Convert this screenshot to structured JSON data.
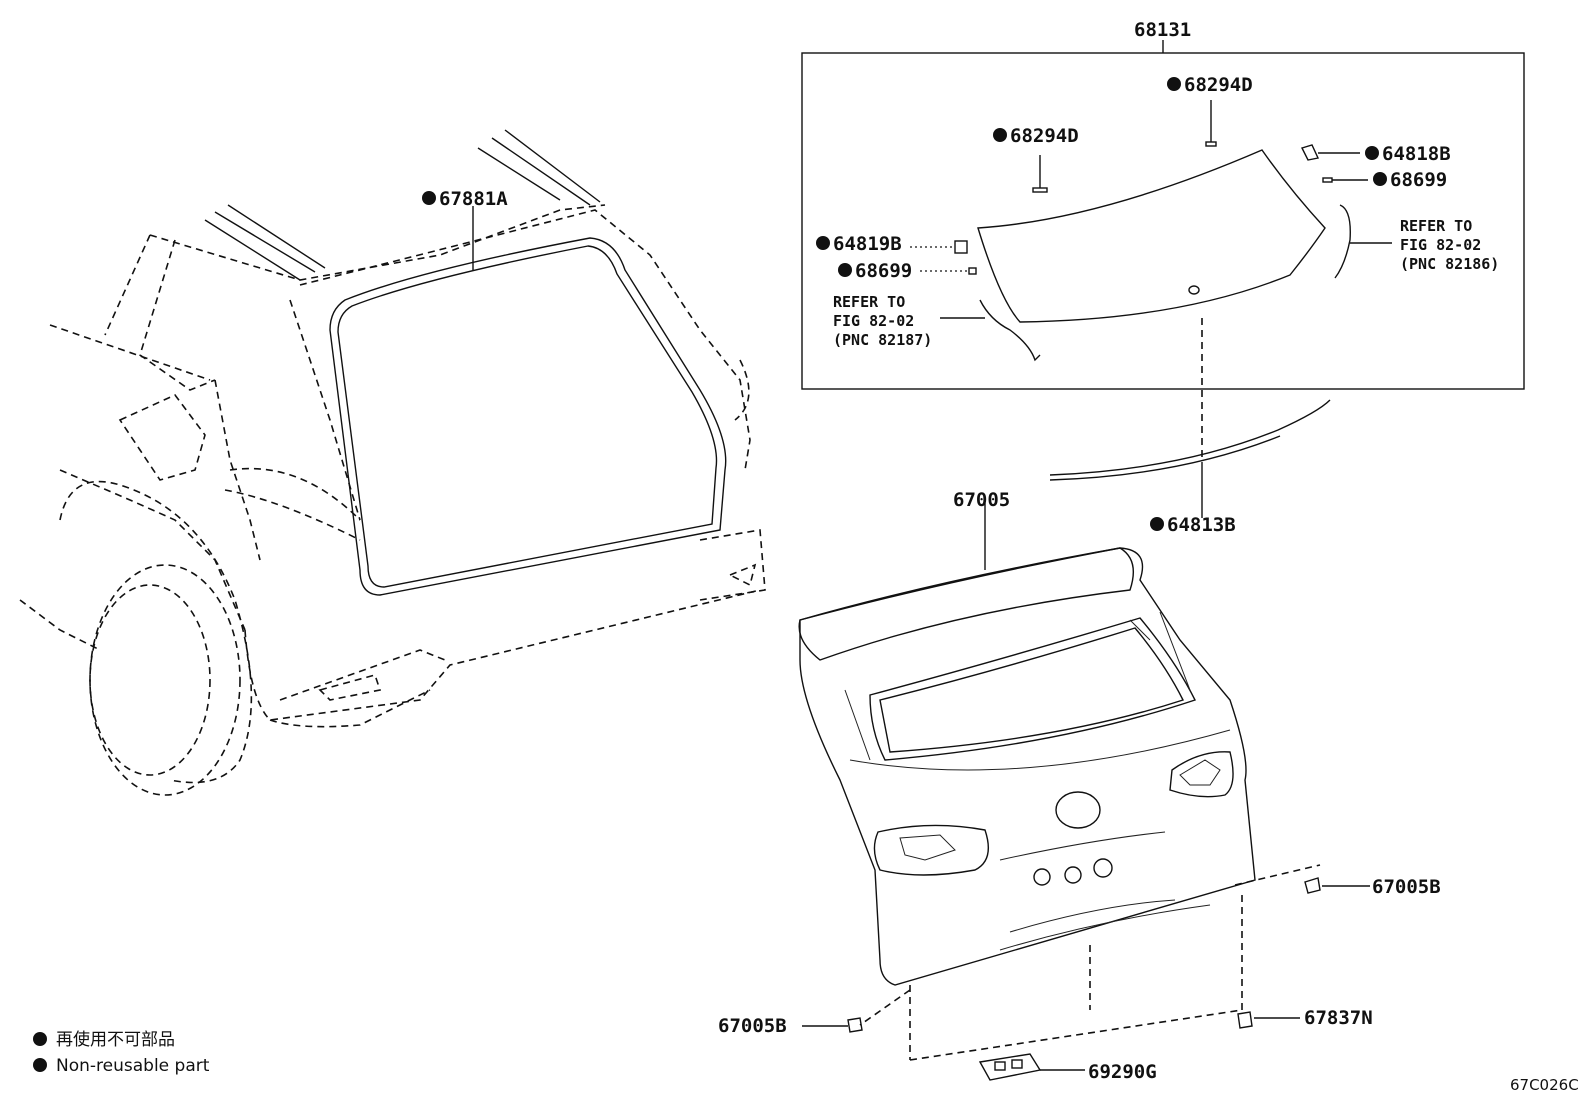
{
  "diagram": {
    "group_label": "68131",
    "diagram_code": "67C026C",
    "parts": {
      "p68294D_top": "68294D",
      "p68294D_left": "68294D",
      "p64818B": "64818B",
      "p68699_right": "68699",
      "p64819B": "64819B",
      "p68699_left": "68699",
      "p67881A": "67881A",
      "p64813B": "64813B",
      "p67005": "67005",
      "p67005B_right": "67005B",
      "p67005B_left": "67005B",
      "p67837N": "67837N",
      "p69290G": "69290G"
    },
    "refer_right": {
      "line1": "REFER TO",
      "line2": "FIG 82-02",
      "line3": "(PNC 82186)"
    },
    "refer_left": {
      "line1": "REFER TO",
      "line2": "FIG 82-02",
      "line3": "(PNC 82187)"
    },
    "legend": {
      "row1": "再使用不可部品",
      "row2": "Non-reusable part"
    }
  }
}
